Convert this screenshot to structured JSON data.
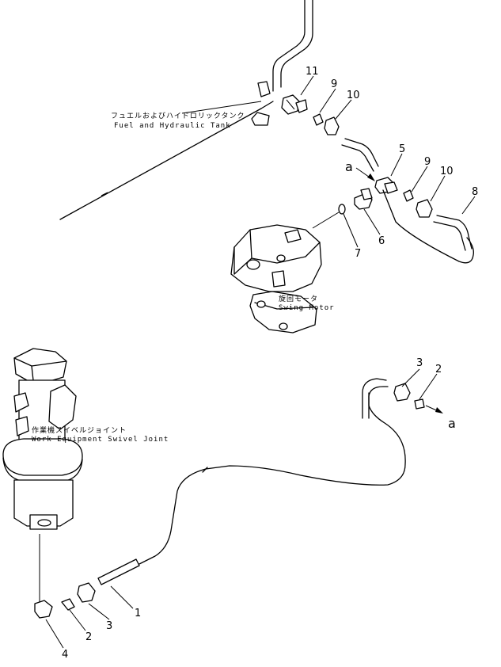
{
  "labels": {
    "tank_jp": "フュエルおよびハイドロリックタンク",
    "tank_en": "Fuel and Hydraulic Tank",
    "motor_jp": "旋回モータ",
    "motor_en": "Swing Motor",
    "swivel_jp": "作業機スイベルジョイント",
    "swivel_en": "Work Equipment Swivel Joint",
    "ref_upper": "a",
    "ref_lower": "a"
  },
  "callouts": {
    "c11": "11",
    "c9a": "9",
    "c10a": "10",
    "c5": "5",
    "c9b": "9",
    "c10b": "10",
    "c8": "8",
    "c6": "6",
    "c7": "7",
    "c3a": "3",
    "c2a": "2",
    "c1": "1",
    "c3b": "3",
    "c2b": "2",
    "c4": "4"
  }
}
